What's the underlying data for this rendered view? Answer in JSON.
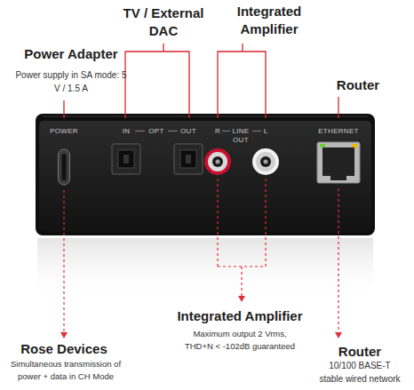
{
  "diagram": {
    "labels": [
      "Power Adapter",
      "Power supply in SA mode: 5 V / 1.5 A",
      "TV / External DAC",
      "Integrated Amplifier",
      "Router",
      "POWER",
      "IN",
      "OPT",
      "OUT",
      "R",
      "LINE",
      "OUT",
      "L",
      "ETHERNET",
      "Integrated Amplifier",
      "Maximum output 2 Vrms, THD+N < -102dB guaranteed",
      "Rose Devices",
      "Simultaneous transmission of power + data in CH Mode",
      "Router",
      "10/100 BASE-T stable wired network"
    ]
  }
}
